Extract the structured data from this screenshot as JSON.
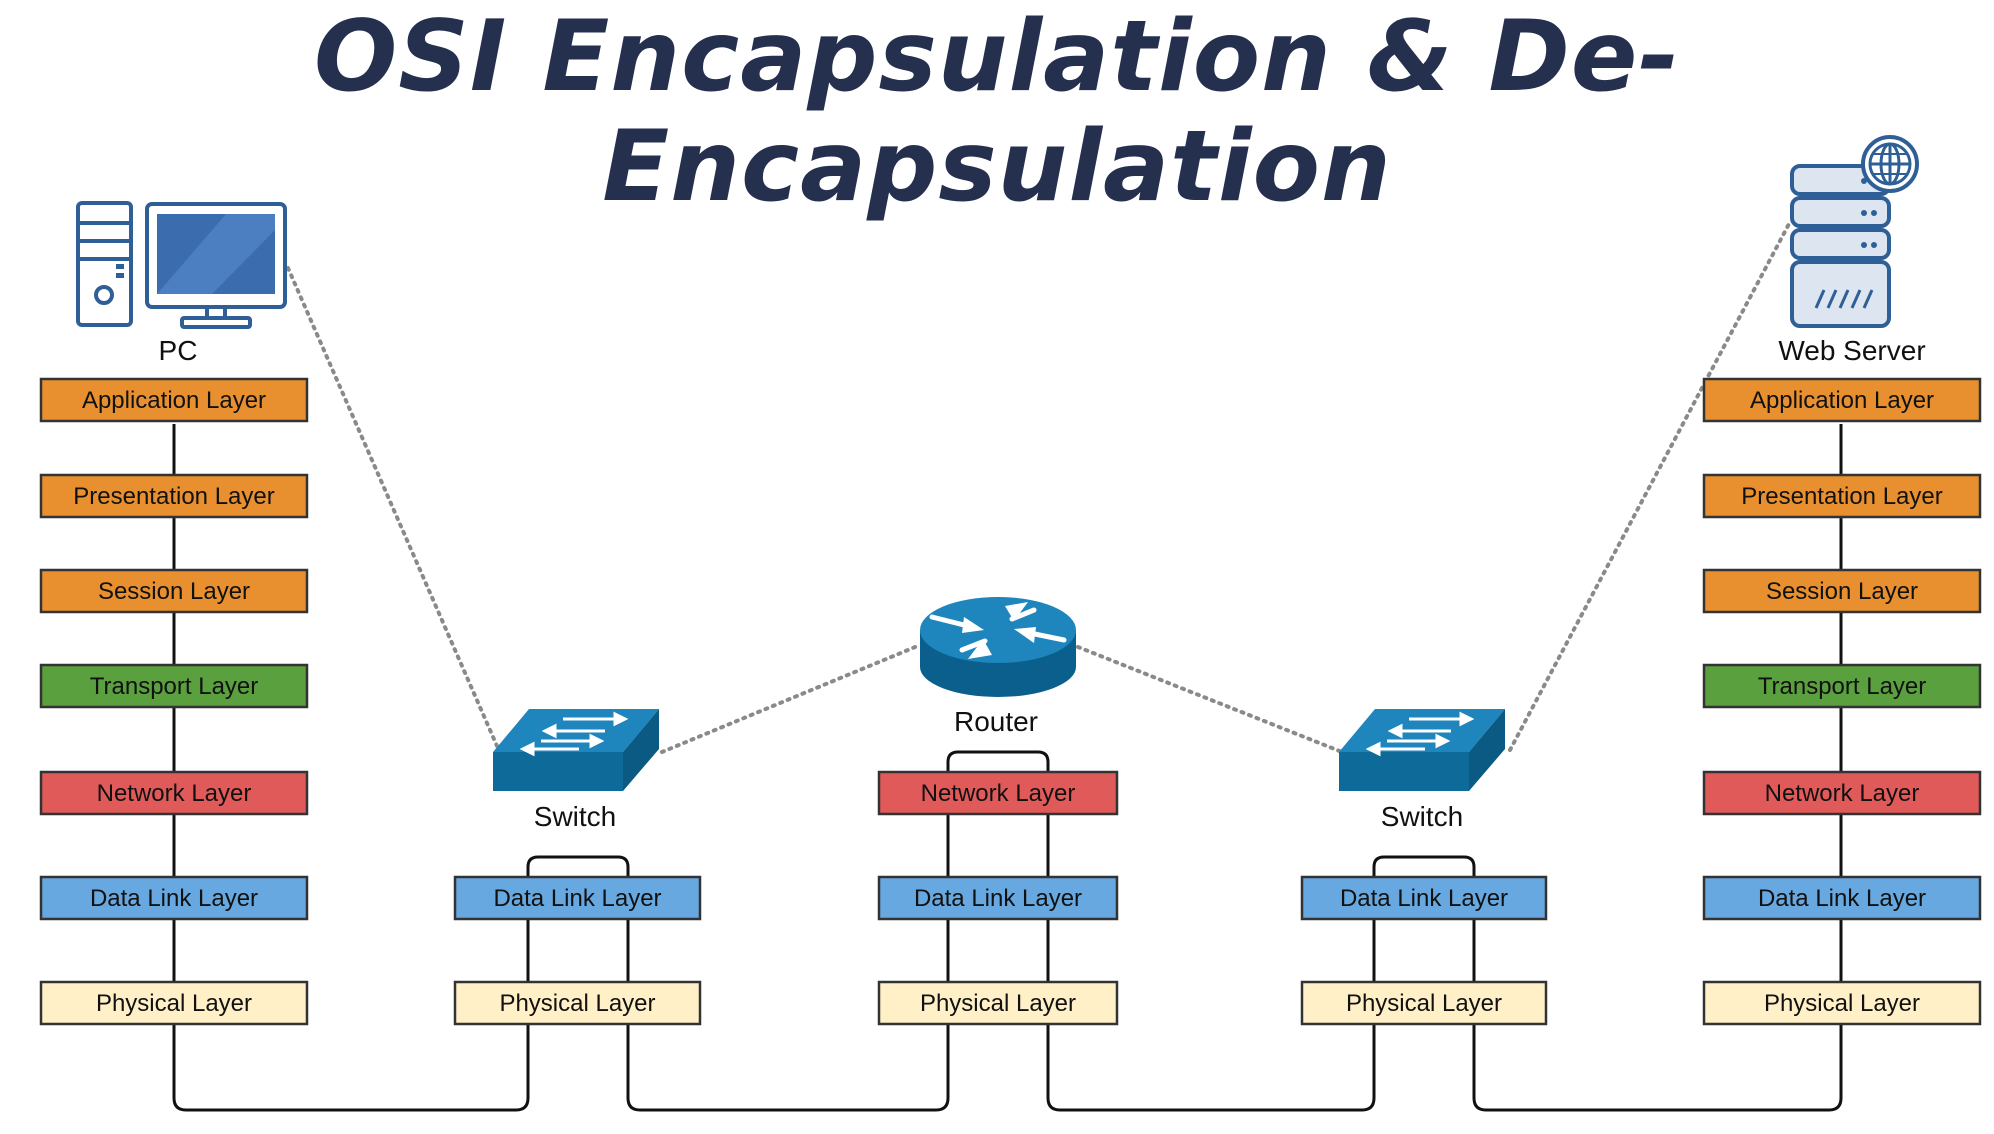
{
  "title": "OSI Encapsulation & De-Encapsulation",
  "colors": {
    "application": "#e8902f",
    "presentation": "#e8902f",
    "session": "#e8902f",
    "transport": "#5aa03f",
    "network": "#e05a5a",
    "datalink": "#67a8e0",
    "physical": "#fff0c8",
    "device_blue": "#0d6a99",
    "title": "#25304f"
  },
  "devices": {
    "pc": {
      "label": "PC",
      "icon": "desktop-computer-icon"
    },
    "switch1": {
      "label": "Switch",
      "icon": "switch-icon"
    },
    "router": {
      "label": "Router",
      "icon": "router-icon"
    },
    "switch2": {
      "label": "Switch",
      "icon": "switch-icon"
    },
    "server": {
      "label": "Web Server",
      "icon": "web-server-icon"
    }
  },
  "stacks": {
    "pc": [
      {
        "label": "Application Layer",
        "kind": "application"
      },
      {
        "label": "Presentation Layer",
        "kind": "presentation"
      },
      {
        "label": "Session Layer",
        "kind": "session"
      },
      {
        "label": "Transport Layer",
        "kind": "transport"
      },
      {
        "label": "Network Layer",
        "kind": "network"
      },
      {
        "label": "Data Link Layer",
        "kind": "datalink"
      },
      {
        "label": "Physical Layer",
        "kind": "physical"
      }
    ],
    "switch1": [
      {
        "label": "Data Link Layer",
        "kind": "datalink"
      },
      {
        "label": "Physical Layer",
        "kind": "physical"
      }
    ],
    "router": [
      {
        "label": "Network Layer",
        "kind": "network"
      },
      {
        "label": "Data Link Layer",
        "kind": "datalink"
      },
      {
        "label": "Physical Layer",
        "kind": "physical"
      }
    ],
    "switch2": [
      {
        "label": "Data Link Layer",
        "kind": "datalink"
      },
      {
        "label": "Physical Layer",
        "kind": "physical"
      }
    ],
    "server": [
      {
        "label": "Application Layer",
        "kind": "application"
      },
      {
        "label": "Presentation Layer",
        "kind": "presentation"
      },
      {
        "label": "Session Layer",
        "kind": "session"
      },
      {
        "label": "Transport Layer",
        "kind": "transport"
      },
      {
        "label": "Network Layer",
        "kind": "network"
      },
      {
        "label": "Data Link Layer",
        "kind": "datalink"
      },
      {
        "label": "Physical Layer",
        "kind": "physical"
      }
    ]
  }
}
